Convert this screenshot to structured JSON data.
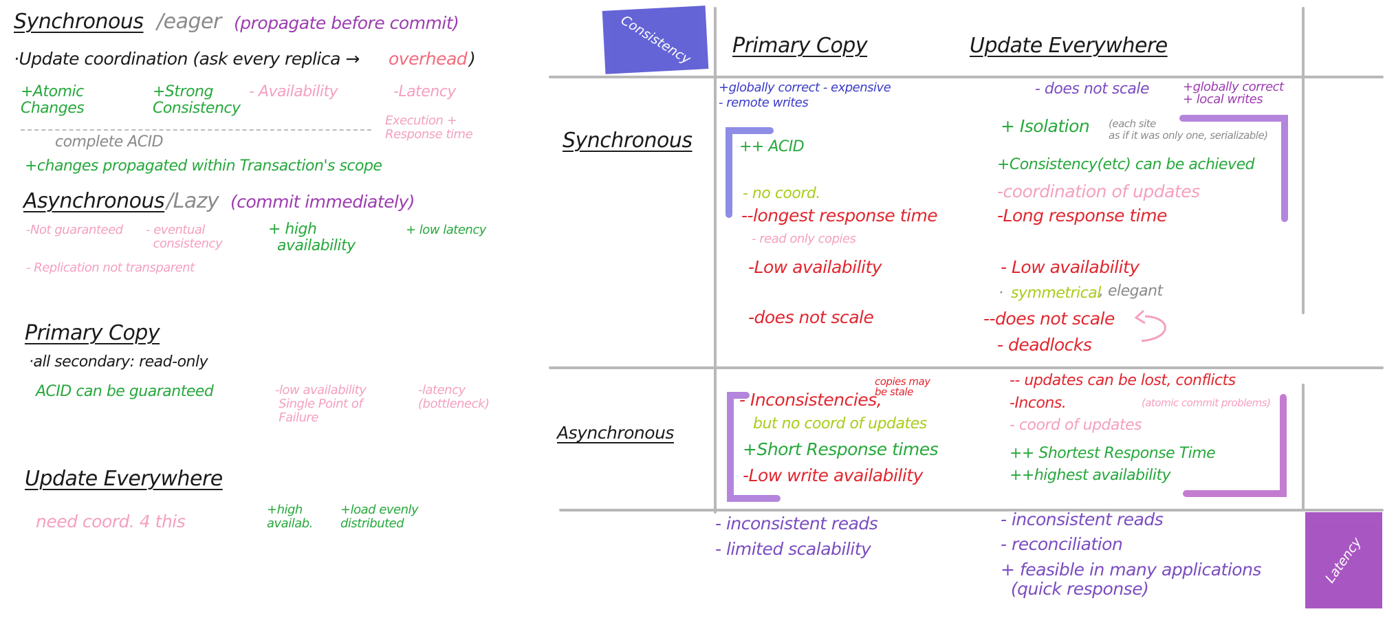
{
  "left": {
    "sync_heading": "Synchronous",
    "sync_slash": "/eager",
    "sync_note": "(propagate before commit)",
    "update_coord": "·Update coordination (ask every replica →",
    "overhead": "overhead",
    "close_paren": ")",
    "atomic": "+Atomic\nChanges",
    "strong": "+Strong\nConsistency",
    "availability": "- Availability",
    "latency": "-Latency",
    "exec": "Execution +\nResponse time",
    "complete_acid": "complete ACID",
    "changes_prop": "+changes propagated within Transaction's scope",
    "async_heading": "Asynchronous",
    "async_slash": "/Lazy",
    "async_note": "(commit immediately)",
    "not_guaranteed": "-Not guaranteed",
    "eventual": "- eventual\n  consistency",
    "high_avail": "+ high\n  availability",
    "low_latency": "+ low latency",
    "replication": "- Replication not transparent",
    "primary_heading": "Primary Copy",
    "all_secondary": "·all secondary: read-only",
    "acid_guaranteed": "ACID can be guaranteed",
    "low_avail_spof": "-low availability\n Single Point of\n Failure",
    "latency_bottleneck": "-latency\n(bottleneck)",
    "update_heading": "Update Everywhere",
    "need_coord": "need coord. 4 this",
    "high_availab": "+high\navailab.",
    "load_evenly": "+load evenly\ndistributed"
  },
  "table": {
    "consistency_badge": "Consistency",
    "latency_badge": "Latency",
    "col_primary": "Primary Copy",
    "col_update": "Update Everywhere",
    "row_sync": "Synchronous",
    "row_async": "Asynchronous",
    "sync_primary": {
      "globally": "+globally correct - expensive",
      "remote": "- remote writes",
      "acid": "++ ACID",
      "no_coord": "- no coord.",
      "longest": "--longest response time",
      "read_only": "- read only copies",
      "low_avail": "-Low availability",
      "not_scale": "-does not scale"
    },
    "sync_update": {
      "not_scale_top": "- does not scale",
      "globally": "+globally correct\n+ local writes",
      "isolation": "+ Isolation",
      "isolation_note": "(each site\nas if it was only one, serializable)",
      "consistency": "+Consistency(etc) can be achieved",
      "coord_updates": "-coordination of updates",
      "long_resp": "-Long response time",
      "low_avail": "- Low availability",
      "sym_bullet": "·",
      "symmetrical": "symmetrical",
      "elegant": ", elegant",
      "not_scale": "--does not scale",
      "deadlocks": "- deadlocks"
    },
    "async_primary": {
      "copies_may": "copies may\nbe stale",
      "inconsistencies": "- Inconsistencies,",
      "but_no_coord": "but no coord of updates",
      "short_resp": "+Short Response times",
      "low_write": "-Low write availability"
    },
    "async_update": {
      "updates_lost": "-- updates can be lost, conflicts",
      "incons": "-Incons.",
      "atomic_commit": "(atomic commit problems)",
      "coord_updates": "- coord of updates",
      "shortest": "++ Shortest Response Time",
      "highest": "++highest availability"
    },
    "bottom_primary": {
      "inconsistent": "- inconsistent reads",
      "limited": "- limited scalability"
    },
    "bottom_update": {
      "inconsistent": "- inconsistent reads",
      "reconciliation": "- reconciliation",
      "feasible": "+ feasible in many applications\n  (quick response)"
    }
  }
}
